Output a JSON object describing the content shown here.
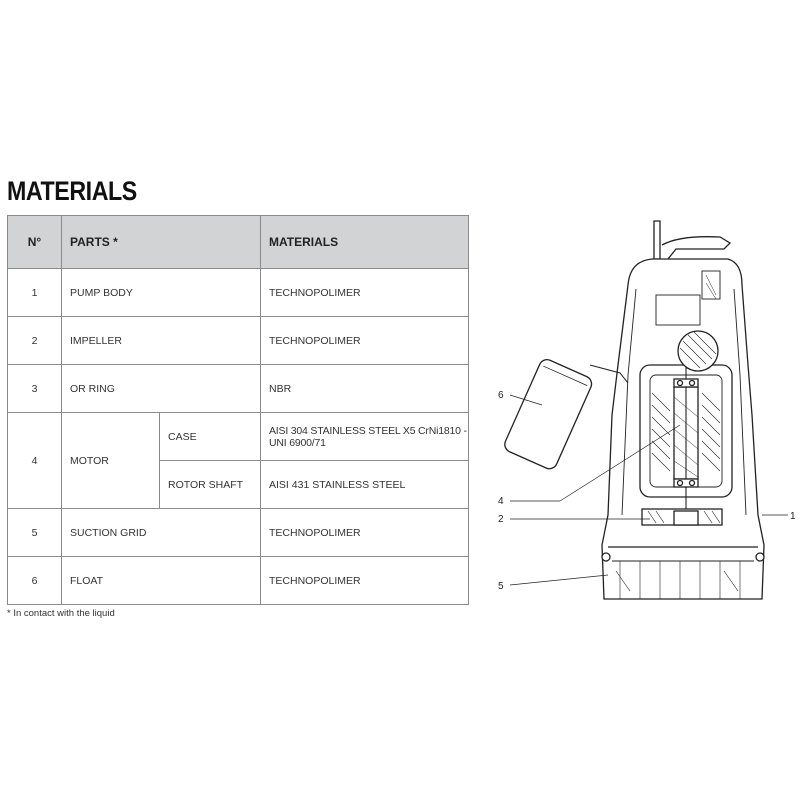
{
  "title": "MATERIALS",
  "table": {
    "headers": {
      "num": "N°",
      "parts": "PARTS *",
      "materials": "MATERIALS"
    },
    "rows": [
      {
        "num": "1",
        "part": "PUMP BODY",
        "material": "TECHNOPOLIMER"
      },
      {
        "num": "2",
        "part": "IMPELLER",
        "material": "TECHNOPOLIMER"
      },
      {
        "num": "3",
        "part": "OR RING",
        "material": "NBR"
      },
      {
        "num": "4",
        "part": "MOTOR",
        "subparts": [
          {
            "sub": "CASE",
            "material_line1": "AISI 304 STAINLESS STEEL X5 CrNi1810 -",
            "material_line2": "UNI 6900/71"
          },
          {
            "sub": "ROTOR SHAFT",
            "material": "AISI 431 STAINLESS STEEL"
          }
        ]
      },
      {
        "num": "5",
        "part": "SUCTION GRID",
        "material": "TECHNOPOLIMER"
      },
      {
        "num": "6",
        "part": "FLOAT",
        "material": "TECHNOPOLIMER"
      }
    ]
  },
  "footnote": "*  In contact with the liquid",
  "diagram": {
    "labels": {
      "l1": "1",
      "l2": "2",
      "l4": "4",
      "l5": "5",
      "l6": "6"
    }
  }
}
